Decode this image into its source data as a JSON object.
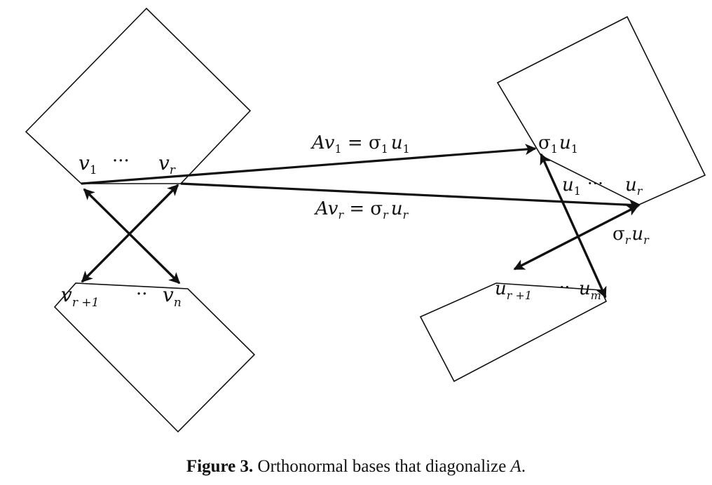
{
  "labels": {
    "v_first": "v",
    "v_first_sub": "1",
    "v_dots_top": "···",
    "v_r": "v",
    "v_r_sub": "r",
    "v_r1": "v",
    "v_r1_sub": "r +1",
    "v_dots_bottom": "··",
    "v_n": "v",
    "v_n_sub": "n",
    "eq1_A": "A",
    "eq1_v": "v",
    "eq1_v_sub": "1",
    "eq1_eq": " = ",
    "eq1_sigma": "σ",
    "eq1_sigma_sub": "1",
    "eq1_u": "u",
    "eq1_u_sub": "1",
    "eqr_A": "A",
    "eqr_v": "v",
    "eqr_v_sub": "r",
    "eqr_eq": " = ",
    "eqr_sigma": "σ",
    "eqr_sigma_sub": "r",
    "eqr_u": "u",
    "eqr_u_sub": "r",
    "s1u1_sigma": "σ",
    "s1u1_sigma_sub": "1",
    "s1u1_u": "u",
    "s1u1_u_sub": "1",
    "u_first": "u",
    "u_first_sub": "1",
    "u_dots_top": "···",
    "u_r": "u",
    "u_r_sub": "r",
    "srur_sigma": "σ",
    "srur_sigma_sub": "r",
    "srur_u": "u",
    "srur_u_sub": "r",
    "u_r1": "u",
    "u_r1_sub": "r +1",
    "u_dots_bottom": "··",
    "u_m": "u",
    "u_m_sub": "m"
  },
  "caption": {
    "label": "Figure 3.",
    "text": " Orthonormal bases that diagonalize ",
    "symbol": "A",
    "end": "."
  }
}
